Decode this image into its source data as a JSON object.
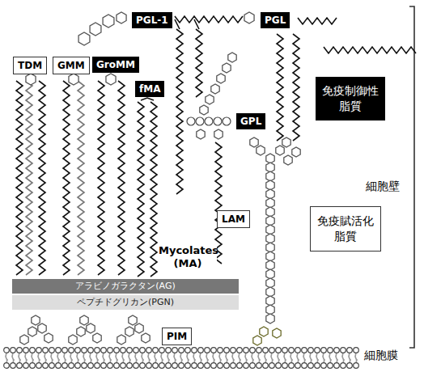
{
  "diagram": {
    "nodes": [
      {
        "text": [
          "PGL-1"
        ]
      },
      {
        "text": [
          "PGL"
        ]
      },
      {
        "text": [
          "TDM"
        ]
      },
      {
        "text": [
          "GMM"
        ]
      },
      {
        "text": [
          "GroMM"
        ]
      },
      {
        "text": [
          "fMA"
        ]
      },
      {
        "text": [
          "GPL"
        ]
      },
      {
        "text": [
          "免疫制御性脂質"
        ]
      },
      {
        "text": [
          "LAM"
        ]
      },
      {
        "text": [
          "免疫賦活化脂質"
        ]
      },
      {
        "text": [
          "アラビノガラクタン(AG)"
        ]
      },
      {
        "text": [
          "ペプチドグリカン(PGN)"
        ]
      },
      {
        "text": [
          "PIM"
        ]
      }
    ],
    "labels": [
      "Mycolates (MA)",
      "細胞壁",
      "細胞膜"
    ]
  }
}
